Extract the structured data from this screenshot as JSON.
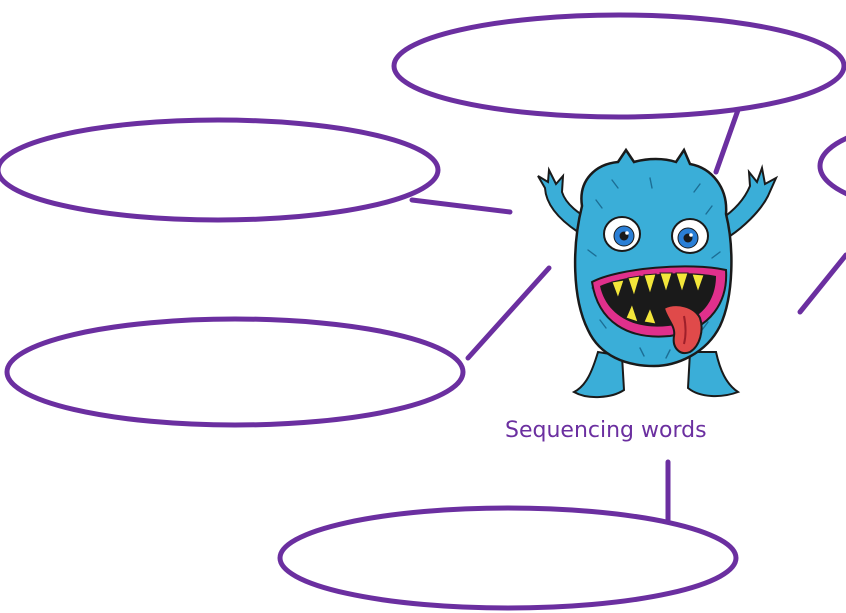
{
  "title": "Sequencing words",
  "colors": {
    "outline": "#6b2fa0",
    "monster_body": "#3aaed8",
    "monster_fur": "#1c6e95",
    "mouth": "#1a1a1a",
    "lips": "#e0308c",
    "teeth": "#f3e63a",
    "tongue": "#e04a4a",
    "eye_white": "#ffffff",
    "eye_iris": "#2a7fd6"
  },
  "bubbles": [
    {
      "id": "top",
      "text": ""
    },
    {
      "id": "upper-left",
      "text": ""
    },
    {
      "id": "upper-right",
      "text": ""
    },
    {
      "id": "lower-left",
      "text": ""
    },
    {
      "id": "bottom",
      "text": ""
    }
  ]
}
